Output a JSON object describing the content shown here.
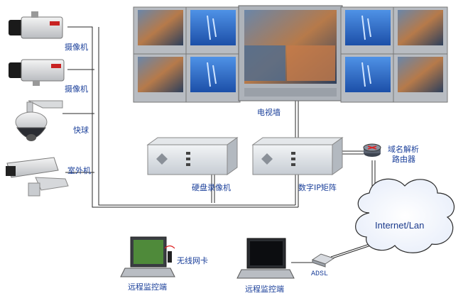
{
  "devices": {
    "camera1": "摄像机",
    "camera2": "摄像机",
    "dome": "快球",
    "outdoor": "室外机"
  },
  "tv_wall": "电视墙",
  "dvr": "硬盘录像机",
  "ip_matrix": "数字IP矩阵",
  "router": {
    "line1": "域名解析",
    "line2": "路由器"
  },
  "cloud": "Internet/Lan",
  "adsl": "ADSL",
  "wireless_card": "无线网卡",
  "remote1": "远程监控端",
  "remote2": "远程监控端",
  "colors": {
    "label": "#1a3f9a",
    "cable": "#2a2a2a",
    "screen_blue": "#2f6fc8"
  }
}
